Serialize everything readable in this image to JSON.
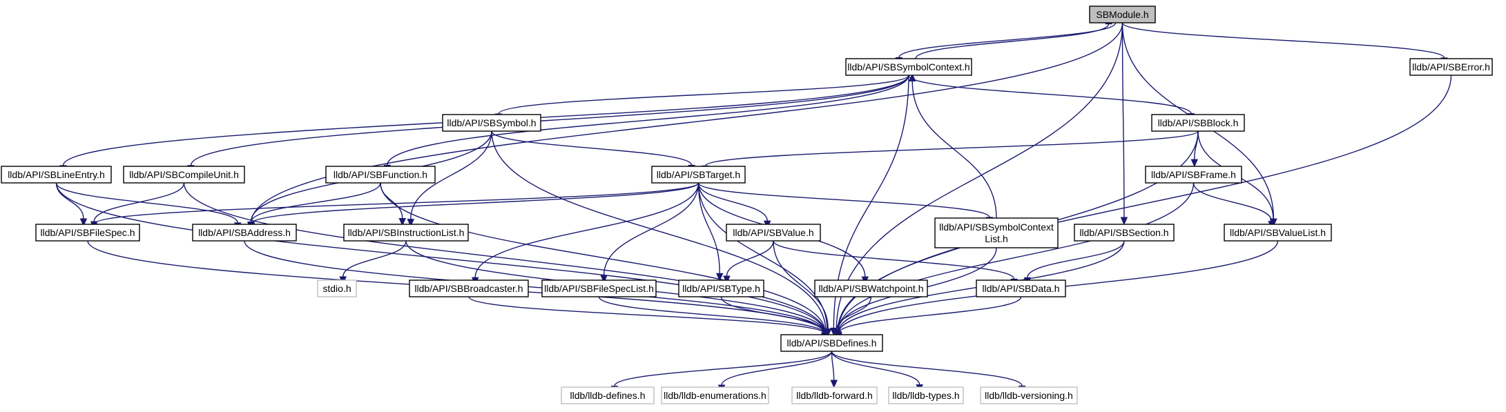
{
  "nodes": [
    {
      "id": "sbmodule",
      "lines": [
        "SBModule.h"
      ],
      "kind": "root"
    },
    {
      "id": "symctx",
      "lines": [
        "lldb/API/SBSymbolContext.h"
      ],
      "kind": "normal"
    },
    {
      "id": "sberror",
      "lines": [
        "lldb/API/SBError.h"
      ],
      "kind": "normal"
    },
    {
      "id": "sbsymbol",
      "lines": [
        "lldb/API/SBSymbol.h"
      ],
      "kind": "normal"
    },
    {
      "id": "sbblock",
      "lines": [
        "lldb/API/SBBlock.h"
      ],
      "kind": "normal"
    },
    {
      "id": "lineentry",
      "lines": [
        "lldb/API/SBLineEntry.h"
      ],
      "kind": "normal"
    },
    {
      "id": "compileunit",
      "lines": [
        "lldb/API/SBCompileUnit.h"
      ],
      "kind": "normal"
    },
    {
      "id": "sbfunction",
      "lines": [
        "lldb/API/SBFunction.h"
      ],
      "kind": "normal"
    },
    {
      "id": "sbtarget",
      "lines": [
        "lldb/API/SBTarget.h"
      ],
      "kind": "normal"
    },
    {
      "id": "sbframe",
      "lines": [
        "lldb/API/SBFrame.h"
      ],
      "kind": "normal"
    },
    {
      "id": "filespec",
      "lines": [
        "lldb/API/SBFileSpec.h"
      ],
      "kind": "normal"
    },
    {
      "id": "sbaddress",
      "lines": [
        "lldb/API/SBAddress.h"
      ],
      "kind": "normal"
    },
    {
      "id": "instrlist",
      "lines": [
        "lldb/API/SBInstructionList.h"
      ],
      "kind": "normal"
    },
    {
      "id": "sbvalue",
      "lines": [
        "lldb/API/SBValue.h"
      ],
      "kind": "normal"
    },
    {
      "id": "symctxlist",
      "lines": [
        "lldb/API/SBSymbolContext",
        "List.h"
      ],
      "kind": "normal"
    },
    {
      "id": "sbsection",
      "lines": [
        "lldb/API/SBSection.h"
      ],
      "kind": "normal"
    },
    {
      "id": "valuelist",
      "lines": [
        "lldb/API/SBValueList.h"
      ],
      "kind": "normal"
    },
    {
      "id": "stdio",
      "lines": [
        "stdio.h"
      ],
      "kind": "external"
    },
    {
      "id": "broadcaster",
      "lines": [
        "lldb/API/SBBroadcaster.h"
      ],
      "kind": "normal"
    },
    {
      "id": "filespeclist",
      "lines": [
        "lldb/API/SBFileSpecList.h"
      ],
      "kind": "normal"
    },
    {
      "id": "sbtype",
      "lines": [
        "lldb/API/SBType.h"
      ],
      "kind": "normal"
    },
    {
      "id": "watchpoint",
      "lines": [
        "lldb/API/SBWatchpoint.h"
      ],
      "kind": "normal"
    },
    {
      "id": "sbdata",
      "lines": [
        "lldb/API/SBData.h"
      ],
      "kind": "normal"
    },
    {
      "id": "sbdefines",
      "lines": [
        "lldb/API/SBDefines.h"
      ],
      "kind": "normal"
    },
    {
      "id": "defines",
      "lines": [
        "lldb/lldb-defines.h"
      ],
      "kind": "external"
    },
    {
      "id": "enums",
      "lines": [
        "lldb/lldb-enumerations.h"
      ],
      "kind": "external"
    },
    {
      "id": "forward",
      "lines": [
        "lldb/lldb-forward.h"
      ],
      "kind": "external"
    },
    {
      "id": "types",
      "lines": [
        "lldb/lldb-types.h"
      ],
      "kind": "external"
    },
    {
      "id": "versioning",
      "lines": [
        "lldb/lldb-versioning.h"
      ],
      "kind": "external"
    }
  ],
  "edges": [
    [
      "sbmodule",
      "symctx"
    ],
    [
      "symctx",
      "sbmodule"
    ],
    [
      "sbmodule",
      "sberror"
    ],
    [
      "sbmodule",
      "sbaddress"
    ],
    [
      "sbmodule",
      "sbsection"
    ],
    [
      "sbmodule",
      "valuelist"
    ],
    [
      "sbmodule",
      "sbdefines"
    ],
    [
      "symctx",
      "sbsymbol"
    ],
    [
      "symctx",
      "sbblock"
    ],
    [
      "symctx",
      "lineentry"
    ],
    [
      "symctx",
      "compileunit"
    ],
    [
      "symctx",
      "sbfunction"
    ],
    [
      "symctx",
      "sbdefines"
    ],
    [
      "symctxlist",
      "symctx"
    ],
    [
      "sberror",
      "sbdefines"
    ],
    [
      "sbsymbol",
      "sbtarget"
    ],
    [
      "sbsymbol",
      "sbaddress"
    ],
    [
      "sbsymbol",
      "instrlist"
    ],
    [
      "sbsymbol",
      "sbdefines"
    ],
    [
      "sbblock",
      "sbtarget"
    ],
    [
      "sbblock",
      "sbframe"
    ],
    [
      "sbblock",
      "valuelist"
    ],
    [
      "sbblock",
      "sbdefines"
    ],
    [
      "lineentry",
      "filespec"
    ],
    [
      "lineentry",
      "sbaddress"
    ],
    [
      "lineentry",
      "sbdefines"
    ],
    [
      "compileunit",
      "filespec"
    ],
    [
      "compileunit",
      "sbdefines"
    ],
    [
      "sbfunction",
      "sbaddress"
    ],
    [
      "sbfunction",
      "instrlist"
    ],
    [
      "sbfunction",
      "sbdefines"
    ],
    [
      "sbtarget",
      "filespec"
    ],
    [
      "sbtarget",
      "sbaddress"
    ],
    [
      "sbtarget",
      "sbvalue"
    ],
    [
      "sbtarget",
      "symctxlist"
    ],
    [
      "sbtarget",
      "broadcaster"
    ],
    [
      "sbtarget",
      "filespeclist"
    ],
    [
      "sbtarget",
      "sbtype"
    ],
    [
      "sbtarget",
      "watchpoint"
    ],
    [
      "sbtarget",
      "sbdefines"
    ],
    [
      "sbframe",
      "valuelist"
    ],
    [
      "sbframe",
      "sbdefines"
    ],
    [
      "filespec",
      "sbdefines"
    ],
    [
      "sbaddress",
      "sbdefines"
    ],
    [
      "instrlist",
      "stdio"
    ],
    [
      "instrlist",
      "sbdefines"
    ],
    [
      "sbvalue",
      "sbtype"
    ],
    [
      "sbvalue",
      "sbdata"
    ],
    [
      "sbvalue",
      "sbdefines"
    ],
    [
      "symctxlist",
      "sbdefines"
    ],
    [
      "sbsection",
      "sbdata"
    ],
    [
      "sbsection",
      "sbdefines"
    ],
    [
      "valuelist",
      "sbdefines"
    ],
    [
      "broadcaster",
      "sbdefines"
    ],
    [
      "filespeclist",
      "sbdefines"
    ],
    [
      "sbtype",
      "sbdefines"
    ],
    [
      "watchpoint",
      "sbdefines"
    ],
    [
      "sbdata",
      "sbdefines"
    ],
    [
      "sbdefines",
      "defines"
    ],
    [
      "sbdefines",
      "enums"
    ],
    [
      "sbdefines",
      "forward"
    ],
    [
      "sbdefines",
      "types"
    ],
    [
      "sbdefines",
      "versioning"
    ]
  ]
}
